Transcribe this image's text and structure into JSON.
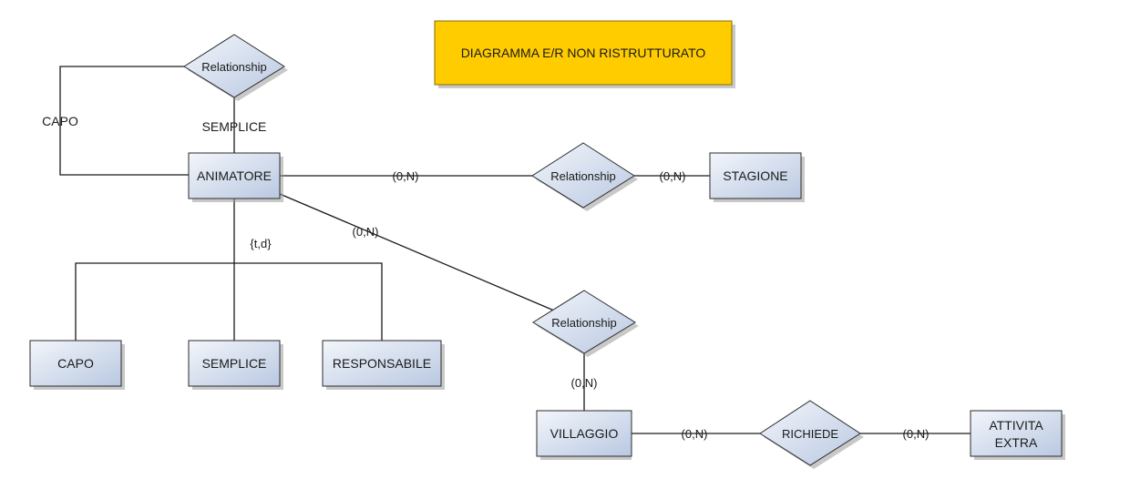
{
  "title": "DIAGRAMMA E/R NON RISTRUTTURATO",
  "colors": {
    "title_fill": "#ffcc00",
    "shape_light": "#f2f5fb",
    "shape_dark": "#bccbe3",
    "line": "#1a1a1a"
  },
  "entities": {
    "animatore": "ANIMATORE",
    "stagione": "STAGIONE",
    "capo": "CAPO",
    "semplice": "SEMPLICE",
    "responsabile": "RESPONSABILE",
    "villaggio": "VILLAGGIO",
    "attivita_extra": [
      "ATTIVITA",
      "EXTRA"
    ]
  },
  "relationships": {
    "self": "Relationship",
    "animatore_stagione": "Relationship",
    "animatore_villaggio": "Relationship",
    "richiede": "RICHIEDE"
  },
  "labels": {
    "role_capo": "CAPO",
    "role_semplice": "SEMPLICE",
    "generalization": "{t,d}",
    "card_animatore_stagione": "(0,N)",
    "card_stagione": "(0,N)",
    "card_animatore_villaggio": "(0,N)",
    "card_villaggio_rel": "(0,N)",
    "card_villaggio_richiede": "(0,N)",
    "card_attivita": "(0,N)"
  }
}
